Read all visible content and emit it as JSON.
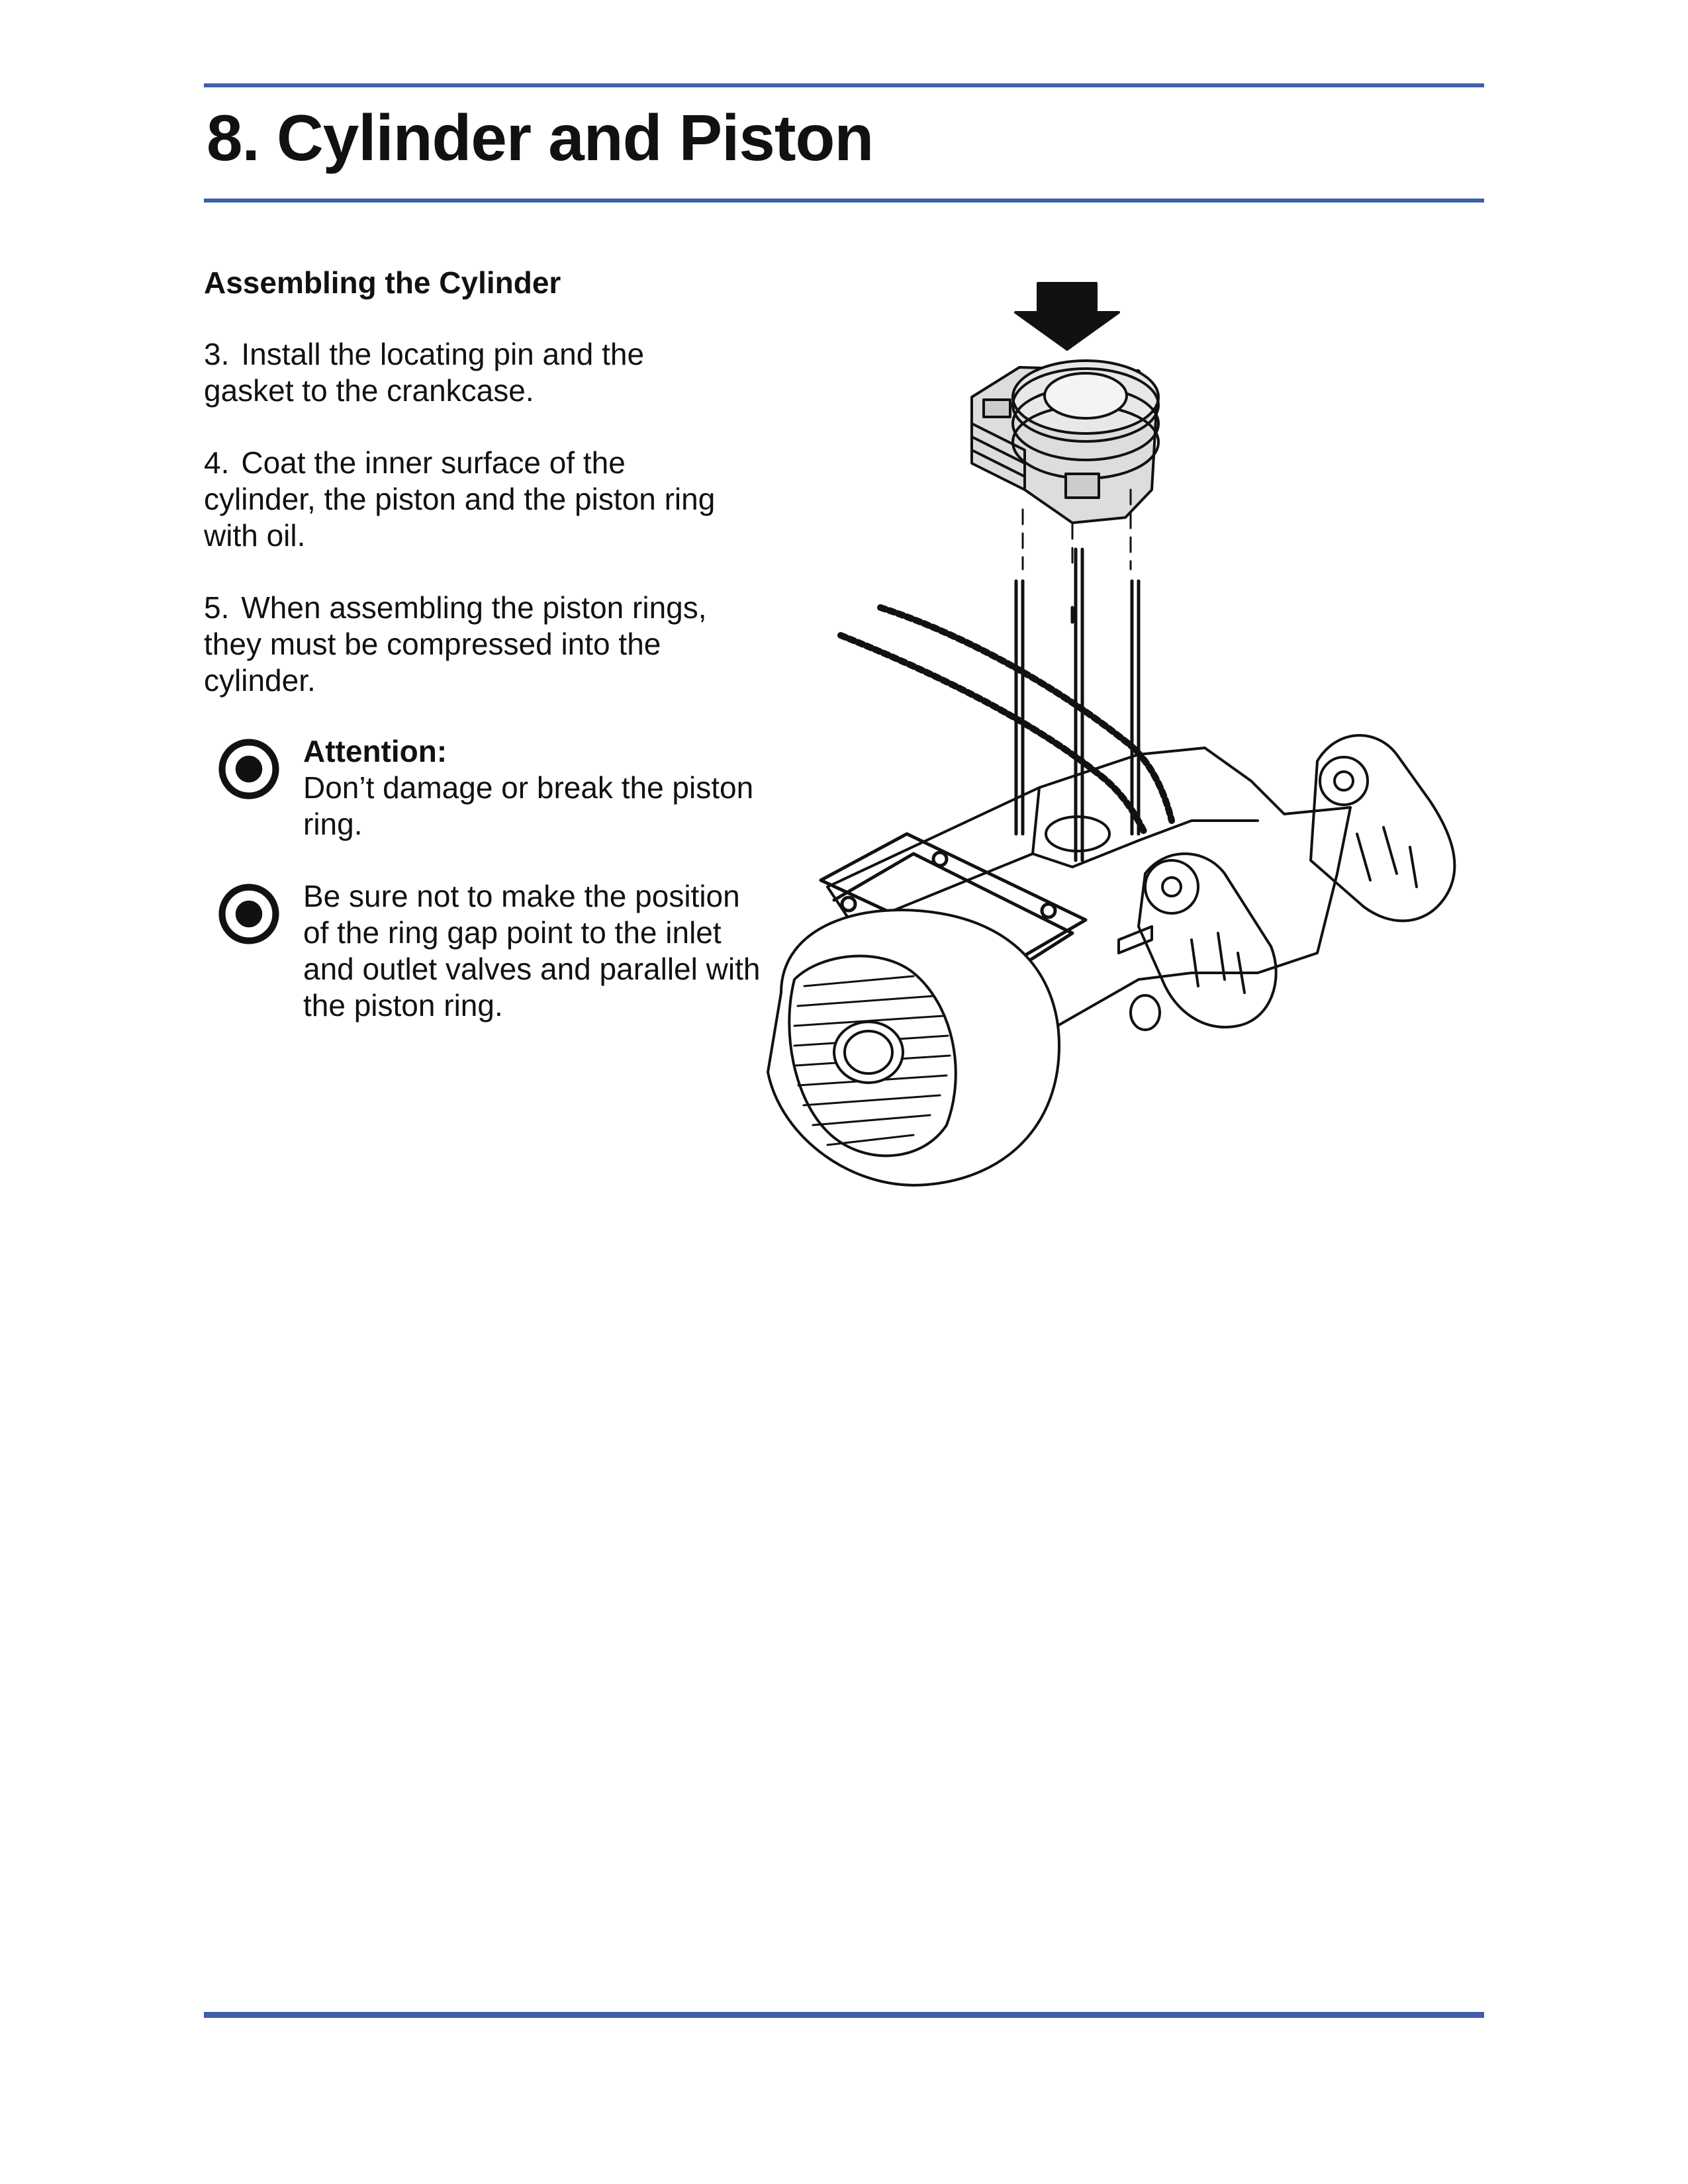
{
  "page": {
    "title": "8. Cylinder and Piston",
    "section_heading": "Assembling the Cylinder"
  },
  "steps": [
    {
      "number": "3.",
      "text": "Install the locating pin and the gasket to the crankcase."
    },
    {
      "number": "4.",
      "text": "Coat the inner surface of the cylinder, the piston and the piston ring with oil."
    },
    {
      "number": "5.",
      "text": "When assembling the piston rings, they must be compressed into the cylinder."
    }
  ],
  "notes": [
    {
      "label": "Attention:",
      "text": "Don’t damage or break the piston ring.",
      "icon": "bullseye-icon"
    },
    {
      "label": "",
      "text": "Be sure not to make the position of the ring gap point to the inlet and outlet valves and parallel with the piston ring.",
      "icon": "bullseye-icon"
    }
  ],
  "colors": {
    "rule": "#3f5fa9",
    "text": "#111111"
  }
}
